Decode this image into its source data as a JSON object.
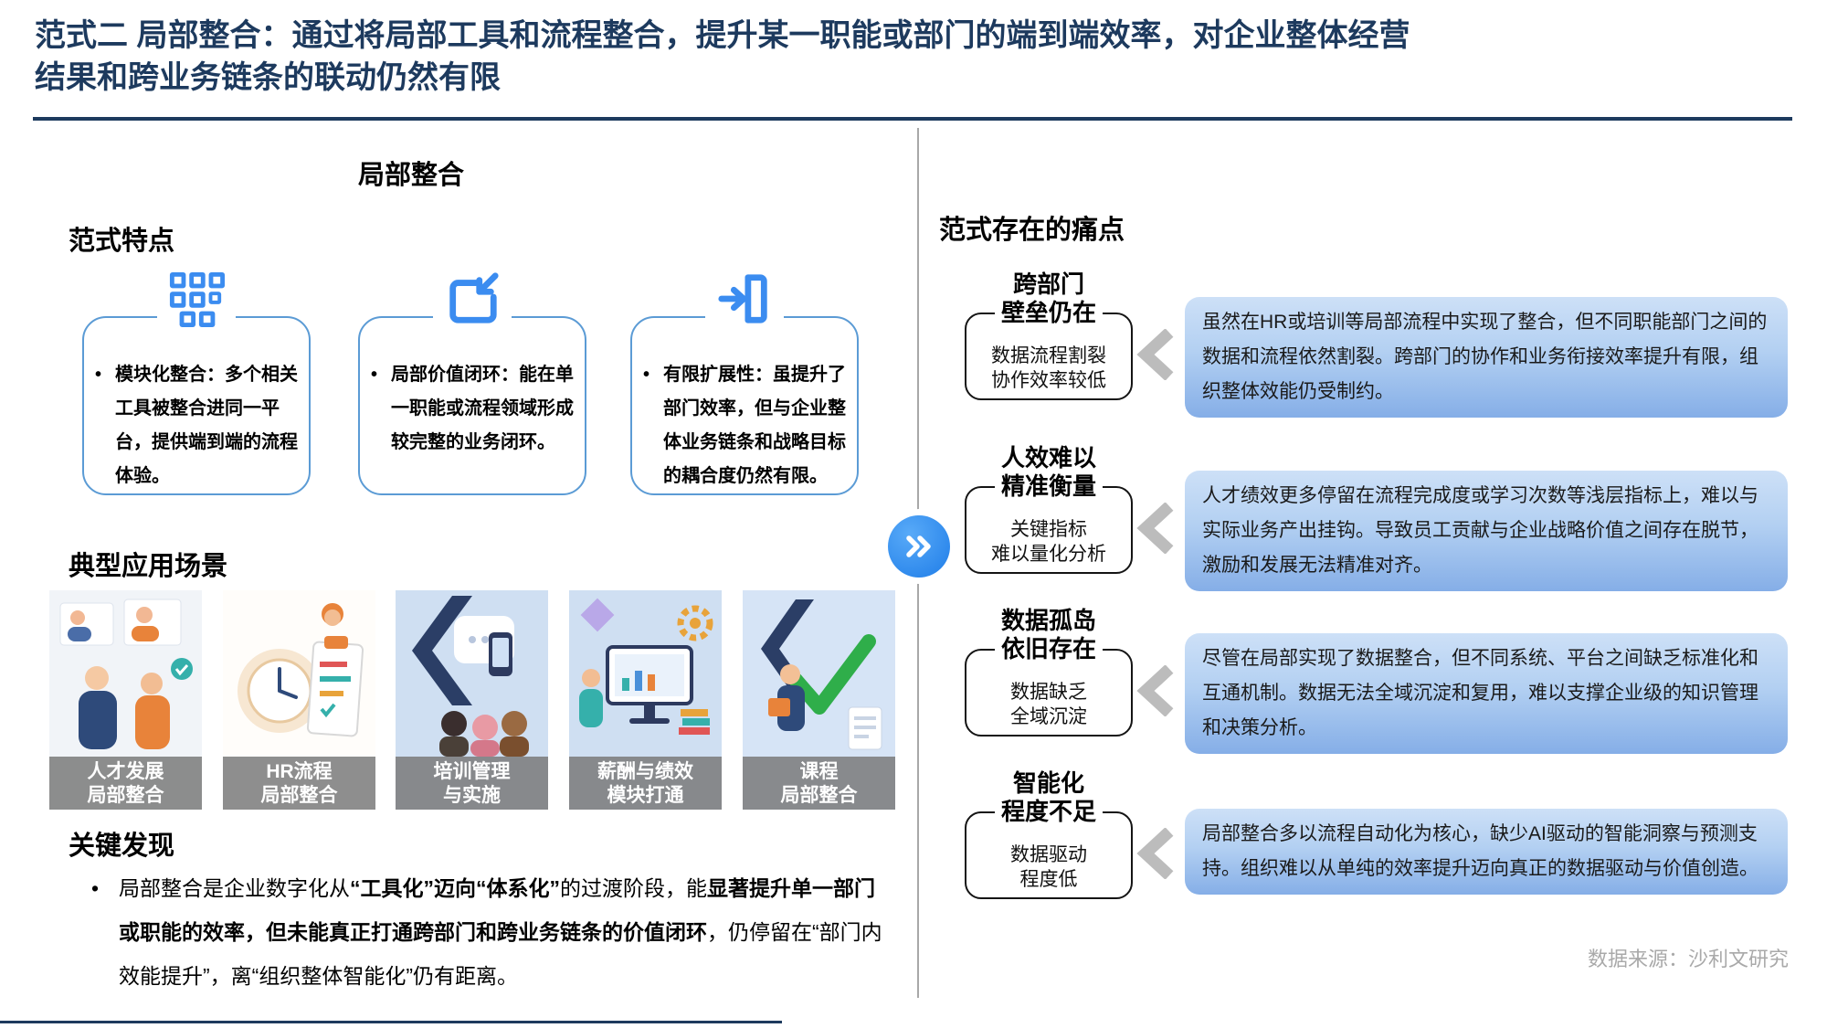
{
  "header": {
    "title_line1": "范式二 局部整合：通过将局部工具和流程整合，提升某一职能或部门的端到端效率，对企业整体经营",
    "title_line2": "结果和跨业务链条的联动仍然有限"
  },
  "left": {
    "heading": "局部整合",
    "features_heading": "范式特点",
    "features": [
      {
        "icon": "modules-grid-icon",
        "text": "模块化整合：多个相关工具被整合进同一平台，提供端到端的流程体验。"
      },
      {
        "icon": "share-export-icon",
        "text": "局部价值闭环：能在单一职能或流程领域形成较完整的业务闭环。"
      },
      {
        "icon": "door-enter-icon",
        "text": "有限扩展性：虽提升了部门效率，但与企业整体业务链条和战略目标的耦合度仍然有限。"
      }
    ],
    "scenarios_heading": "典型应用场景",
    "scenarios": [
      {
        "label_line1": "人才发展",
        "label_line2": "局部整合"
      },
      {
        "label_line1": "HR流程",
        "label_line2": "局部整合"
      },
      {
        "label_line1": "培训管理",
        "label_line2": "与实施"
      },
      {
        "label_line1": "薪酬与绩效",
        "label_line2": "模块打通"
      },
      {
        "label_line1": "课程",
        "label_line2": "局部整合"
      }
    ],
    "findings_heading": "关键发现",
    "finding_bullet": "•",
    "finding_segments": [
      {
        "text": "局部整合是企业数字化从",
        "bold": false
      },
      {
        "text": "“工具化”迈向“体系化”",
        "bold": true
      },
      {
        "text": "的过渡阶段，能",
        "bold": false
      },
      {
        "text": "显著提升单一部门或职能的效率，但未能真正打通跨部门和跨业务链条的价值闭环",
        "bold": true
      },
      {
        "text": "，仍停留在“部门内效能提升”，离“组织整体智能化”仍有距离。",
        "bold": false
      }
    ]
  },
  "connector": {
    "icon": "double-chevron-icon"
  },
  "right": {
    "heading": "范式存在的痛点",
    "pointer_icon": "left-chevron-icon",
    "pains": [
      {
        "title_line1": "跨部门",
        "title_line2": "壁垒仍在",
        "box_line1": "数据流程割裂",
        "box_line2": "协作效率较低",
        "desc": "虽然在HR或培训等局部流程中实现了整合，但不同职能部门之间的数据和流程依然割裂。跨部门的协作和业务衔接效率提升有限，组织整体效能仍受制约。"
      },
      {
        "title_line1": "人效难以",
        "title_line2": "精准衡量",
        "box_line1": "关键指标",
        "box_line2": "难以量化分析",
        "desc": "人才绩效更多停留在流程完成度或学习次数等浅层指标上，难以与实际业务产出挂钩。导致员工贡献与企业战略价值之间存在脱节，激励和发展无法精准对齐。"
      },
      {
        "title_line1": "数据孤岛",
        "title_line2": "依旧存在",
        "box_line1": "数据缺乏",
        "box_line2": "全域沉淀",
        "desc": "尽管在局部实现了数据整合，但不同系统、平台之间缺乏标准化和互通机制。数据无法全域沉淀和复用，难以支撑企业级的知识管理和决策分析。"
      },
      {
        "title_line1": "智能化",
        "title_line2": "程度不足",
        "box_line1": "数据驱动",
        "box_line2": "程度低",
        "desc": "局部整合多以流程自动化为核心，缺少AI驱动的智能洞察与预测支持。组织难以从单纯的效率提升迈向真正的数据驱动与价值创造。"
      }
    ]
  },
  "source": "数据来源：沙利文研究",
  "colors": {
    "title_navy": "#1d3a5e",
    "icon_blue": "#3b8cf0",
    "feature_border_blue": "#5b9bd5",
    "connector_blue": "#1f7de8",
    "bubble_gradient_top": "#cde0f7",
    "bubble_gradient_bottom": "#85aee7",
    "chevron_gray": "#bcbcbc",
    "card_label_gray": "#7a7a7a",
    "source_gray": "#a9a9a9"
  }
}
